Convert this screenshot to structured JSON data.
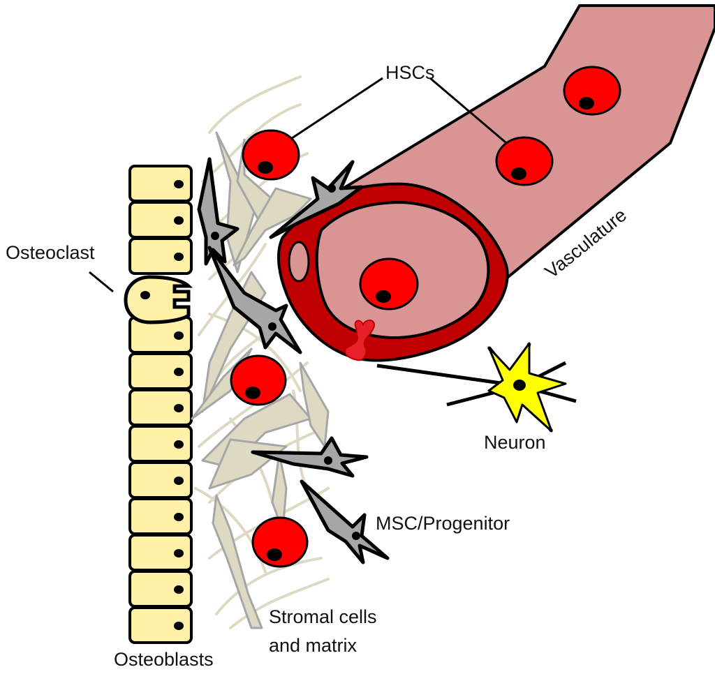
{
  "labels": {
    "hscs": "HSCs",
    "vasculature": "Vasculature",
    "osteoclast": "Osteoclast",
    "neuron": "Neuron",
    "msc": "MSC/Progenitor",
    "stromal_line1": "Stromal cells",
    "stromal_line2": "and matrix",
    "osteoblasts": "Osteoblasts"
  },
  "colors": {
    "hsc_fill": "#ff0000",
    "vessel_fill": "#d99594",
    "vessel_wall": "#c00000",
    "osteoblast_fill": "#fff2a8",
    "neuron_fill": "#ffff00",
    "msc_fill": "#a6a6a6",
    "stromal_fill": "#ddd9c3",
    "matrix_stroke": "#ddd9c3"
  }
}
